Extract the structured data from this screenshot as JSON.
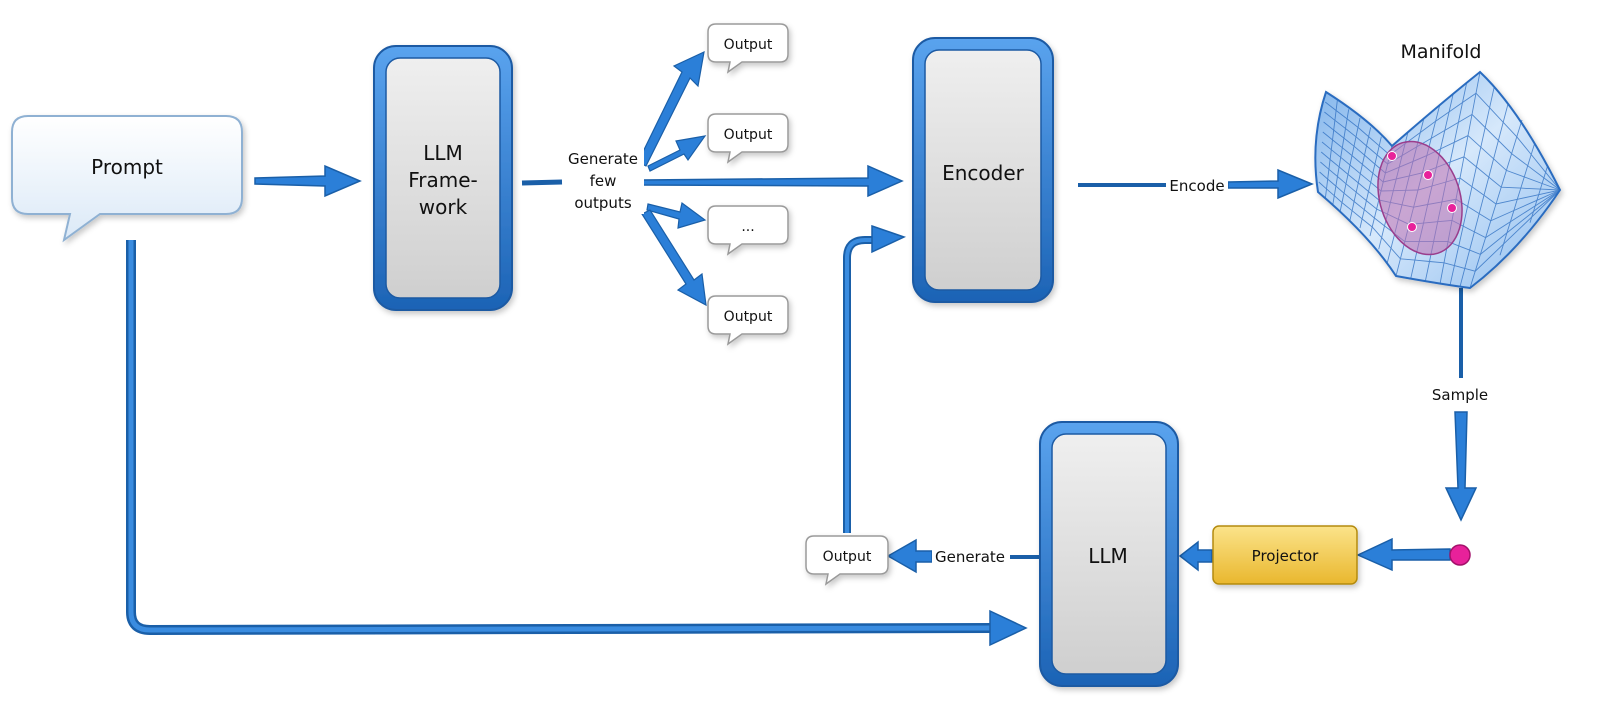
{
  "prompt": {
    "label": "Prompt"
  },
  "llm_framework": {
    "line1": "LLM",
    "line2": "Frame-",
    "line3": "work"
  },
  "generate_few": {
    "line1": "Generate",
    "line2": "few",
    "line3": "outputs"
  },
  "outputs": [
    "Output",
    "Output",
    "...",
    "Output"
  ],
  "encoder": {
    "label": "Encoder"
  },
  "encode_label": "Encode",
  "manifold": {
    "title": "Manifold"
  },
  "sample_label": "Sample",
  "projector": {
    "label": "Projector"
  },
  "llm": {
    "label": "LLM"
  },
  "generate_label": "Generate",
  "final_output": {
    "label": "Output"
  },
  "colors": {
    "arrow": "#2b7fd8",
    "arrow_dark": "#1a5fa8",
    "box_border": "#2b78cf",
    "box_fill": "#e4e4e4",
    "projector_fill": "#f3cd4e",
    "manifold_surface": "#9fc6ef",
    "sample_point": "#e8219a",
    "ellipse": "#c070b0"
  }
}
